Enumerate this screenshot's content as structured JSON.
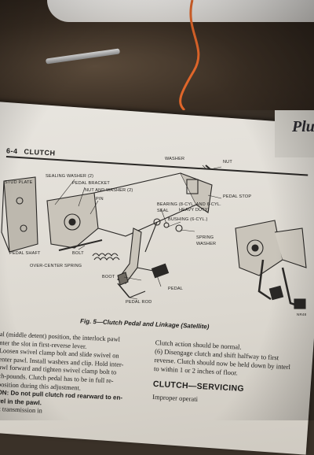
{
  "page": {
    "number": "6-4",
    "section": "CLUTCH",
    "running_head": "Plu"
  },
  "figure": {
    "caption": "Fig. 5—Clutch Pedal and Linkage (Satellite)",
    "labels": {
      "washer": "WASHER",
      "nut": "NUT",
      "stud_plate": "STUD PLATE",
      "sealing_washer": "SEALING WASHER (2)",
      "pedal_bracket": "PEDAL BRACKET",
      "nut_and_washer": "NUT AND WASHER (2)",
      "pin": "PIN",
      "pedal_stop": "PEDAL STOP",
      "bearing": "BEARING (8-CYL. AND 6-CYL.",
      "heavy_duty": "HEAVY DUTY)",
      "seal": "SEAL",
      "bushing": "BUSHING (6-CYL.)",
      "spring_washer_1": "SPRING",
      "spring_washer_2": "WASHER",
      "pedal_shaft": "PEDAL SHAFT",
      "bolt": "BOLT",
      "over_center_spring": "OVER-CENTER SPRING",
      "boot": "BOOT",
      "pedal": "PEDAL",
      "pedal_rod": "PEDAL ROD",
      "code": "NR48"
    }
  },
  "left_column": [
    "al (middle detent) position, the interlock pawl",
    "nter the slot in first-reverse lever.",
    "Loosen swivel clamp bolt and slide swivel on",
    "enter pawl. Install washers and clip. Hold inter-",
    "awl forward and tighten swivel clamp bolt to",
    "ch-pounds. Clutch pedal has to be in full re-",
    "position during this adjustment.",
    "ON: Do not pull clutch rod rearward to en-",
    "vel in the pawl.",
    "ft transmission in"
  ],
  "right_column": [
    "Clutch action should be normal.",
    "(6) Disengage clutch and shift halfway to first",
    "reverse. Clutch should now be held down by interl",
    "to within 1 or 2 inches of floor."
  ],
  "right_section_title": "CLUTCH—SERVICING",
  "right_section_text": "Improper operati"
}
